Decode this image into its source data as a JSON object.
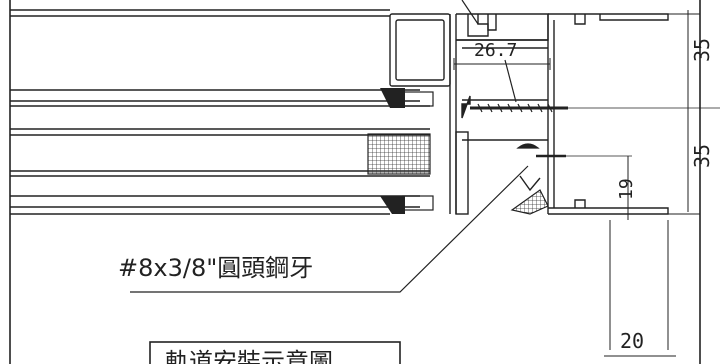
{
  "drawing": {
    "dimensions": {
      "d_top": "26.7",
      "d_right_upper": "35",
      "d_right_lower": "35",
      "d_mid": "19",
      "d_bottom": "20"
    },
    "callout": {
      "text": "#8x3/8\"圓頭鋼牙"
    },
    "title_box": {
      "text": "軌道安裝示意圖"
    }
  }
}
